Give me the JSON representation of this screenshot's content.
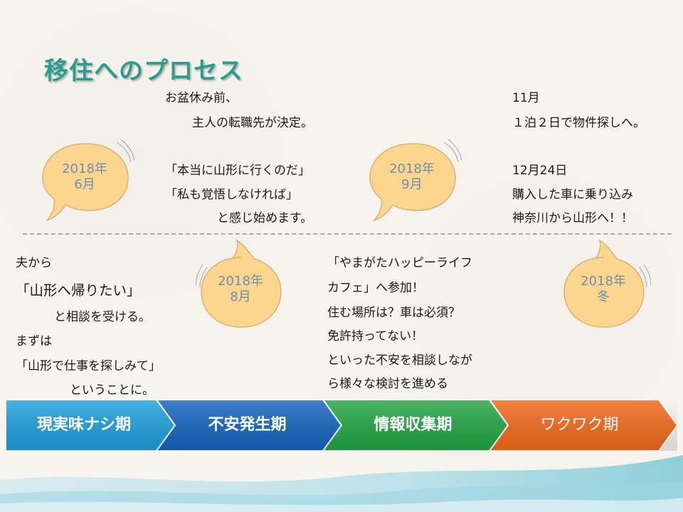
{
  "title": "移住へのプロセス",
  "top_left_text": [
    "お盆休み前、",
    "主人の転職先が決定。",
    "「本当に山形に行くのだ」",
    "「私も覚悟しなければ」",
    "と感じ始めます。"
  ],
  "top_right_text": [
    "11月",
    "１泊２日で物件探しへ。",
    "12月24日",
    "購入した車に乗り込み",
    "神奈川から山形へ！！"
  ],
  "bottom_left_text": [
    "夫から",
    "「山形へ帰りたい」",
    "と相談を受ける。",
    "まずは",
    "「山形で仕事を探しみて」",
    "ということに。"
  ],
  "bottom_center_text": [
    "「やまがたハッピーライフ",
    "カフェ」へ参加！",
    "住む場所は？車は必須？",
    "免許持ってない！",
    "といった不安を相談しなが",
    "ら様々な検討を進める"
  ],
  "bubbles": [
    {
      "line1": "2018年",
      "line2": "6月"
    },
    {
      "line1": "2018年",
      "line2": "8月"
    },
    {
      "line1": "2018年",
      "line2": "9月"
    },
    {
      "line1": "2018年",
      "line2": "冬"
    }
  ],
  "phases": [
    {
      "label": "現実味ナシ期",
      "color": "#1ea0dc"
    },
    {
      "label": "不安発生期",
      "color": "#1565c0"
    },
    {
      "label": "情報収集期",
      "color": "#23a645"
    },
    {
      "label": "ワクワク期",
      "color": "#f26a1b"
    }
  ]
}
